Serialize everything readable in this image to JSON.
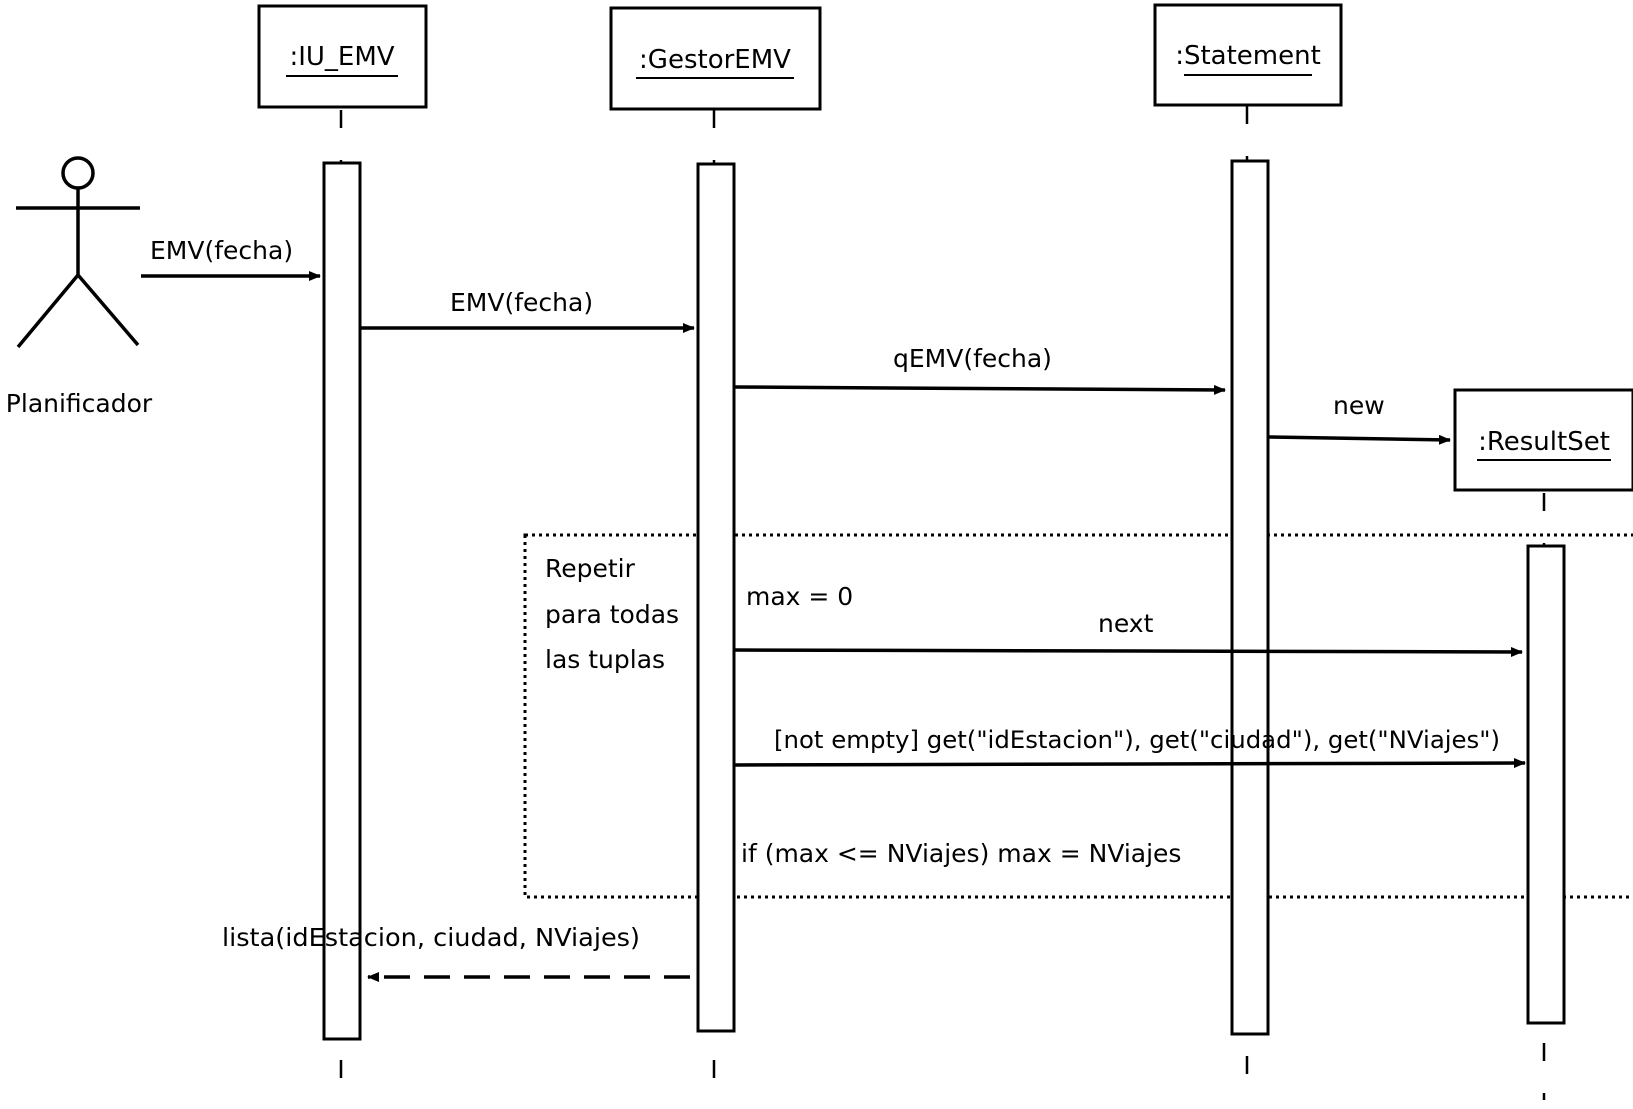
{
  "actor": {
    "name": "Planificador"
  },
  "objects": {
    "iu": ":IU_EMV",
    "gestor": ":GestorEMV",
    "statement": ":Statement",
    "resultset": ":ResultSet"
  },
  "messages": {
    "m1": "EMV(fecha)",
    "m2": "EMV(fecha)",
    "m3": "qEMV(fecha)",
    "m4": "new",
    "m5": "next",
    "m6": "[not empty] get(\"idEstacion\"), get(\"ciudad\"), get(\"NViajes\")",
    "m7": "lista(idEstacion, ciudad, NViajes)"
  },
  "loop": {
    "line1": "Repetir",
    "line2": "para todas",
    "line3": "las tuplas"
  },
  "notes": {
    "init": "max = 0",
    "cond": "if (max <= NViajes) max = NViajes"
  }
}
